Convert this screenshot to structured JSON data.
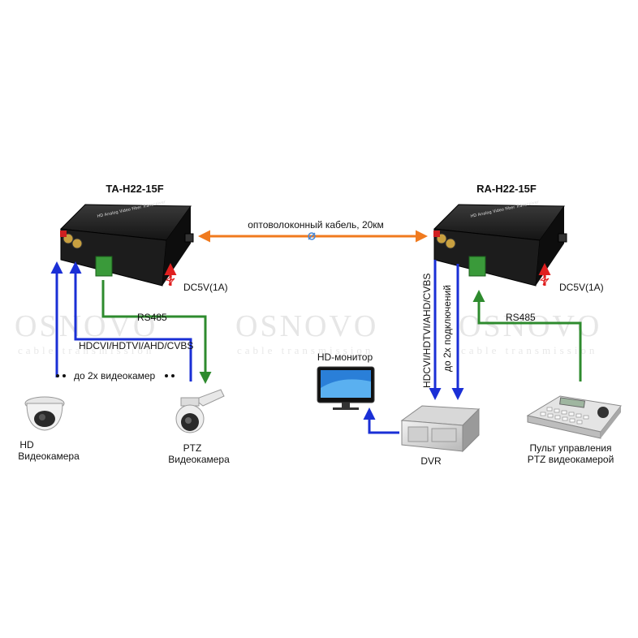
{
  "watermark": {
    "brand": "OSNOVO",
    "tagline": "cable transmission"
  },
  "devices": {
    "transmitter": {
      "model": "TA-H22-15F",
      "panel_text": "HD Analog Video Fiber Transceiver"
    },
    "receiver": {
      "model": "RA-H22-15F",
      "panel_text": "HD Analog Video Fiber Transceiver"
    }
  },
  "links": {
    "fiber": "оптоволоконный кабель, 20км",
    "power_tx": "DC5V(1A)",
    "power_rx": "DC5V(1A)",
    "rs485_tx": "RS485",
    "rs485_rx": "RS485",
    "video_formats": "HDCVI/HDTVI/AHD/CVBS",
    "camera_count": "до 2х видеокамер",
    "video_formats_rx": "HDCVI/HDTVI/AHD/CVBS",
    "connections_rx": "до 2х подключений"
  },
  "equipment": {
    "hd_camera": [
      "HD",
      "Видеокамера"
    ],
    "ptz_camera": [
      "PTZ",
      "Видеокамера"
    ],
    "monitor": "HD-монитор",
    "dvr": "DVR",
    "controller": [
      "Пульт управления",
      "PTZ видеокамерой"
    ]
  },
  "colors": {
    "video": "#1a2fd6",
    "rs485": "#2e8b2e",
    "fiber": "#f07a1e",
    "power": "#e02020"
  }
}
